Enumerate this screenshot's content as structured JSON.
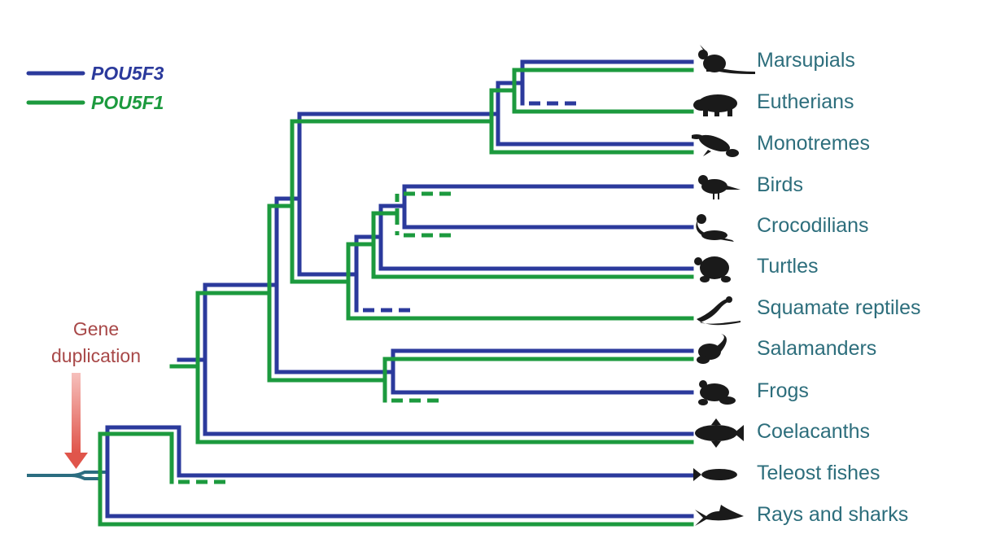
{
  "legend": [
    {
      "label": "POU5F3",
      "color": "#2b3a9c"
    },
    {
      "label": "POU5F1",
      "color": "#1c9a3e"
    }
  ],
  "annotation": {
    "line1": "Gene",
    "line2": "duplication",
    "color": "#a84848"
  },
  "taxa": [
    {
      "label": "Marsupials",
      "icon": "kangaroo-icon"
    },
    {
      "label": "Eutherians",
      "icon": "raccoon-icon"
    },
    {
      "label": "Monotremes",
      "icon": "platypus-icon"
    },
    {
      "label": "Birds",
      "icon": "bird-icon"
    },
    {
      "label": "Crocodilians",
      "icon": "crocodile-icon"
    },
    {
      "label": "Turtles",
      "icon": "turtle-icon"
    },
    {
      "label": "Squamate reptiles",
      "icon": "lizard-icon"
    },
    {
      "label": "Salamanders",
      "icon": "salamander-icon"
    },
    {
      "label": "Frogs",
      "icon": "frog-icon"
    },
    {
      "label": "Coelacanths",
      "icon": "coelacanth-icon"
    },
    {
      "label": "Teleost fishes",
      "icon": "fish-icon"
    },
    {
      "label": "Rays and sharks",
      "icon": "shark-icon"
    }
  ]
}
